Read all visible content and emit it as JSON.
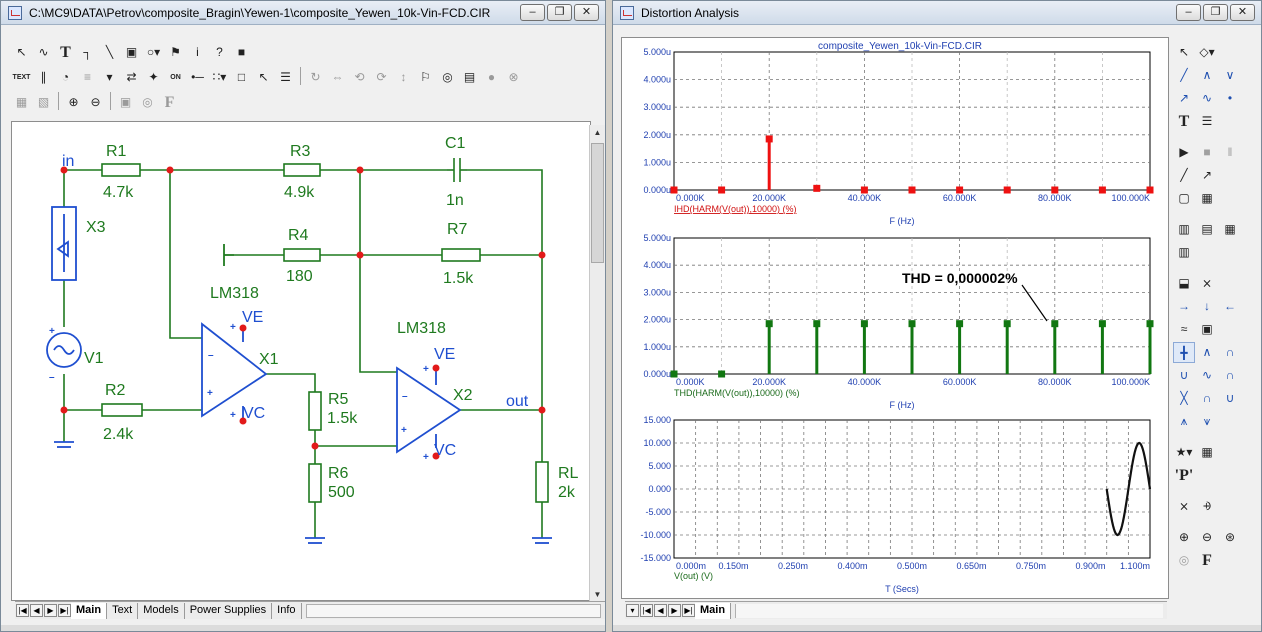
{
  "left_window": {
    "title": "C:\\MC9\\DATA\\Petrov\\composite_Bragin\\Yewen-1\\composite_Yewen_10k-Vin-FCD.CIR",
    "window_buttons": [
      "–",
      "❐",
      "✕"
    ],
    "tabs": [
      "Main",
      "Text",
      "Models",
      "Power Supplies",
      "Info"
    ],
    "schematic": {
      "labels": {
        "in": "in",
        "out": "out",
        "r1": "R1",
        "r1_val": "4.7k",
        "r2": "R2",
        "r2_val": "2.4k",
        "r3": "R3",
        "r3_val": "4.9k",
        "r4": "R4",
        "r4_val": "180",
        "r5": "R5",
        "r5_val": "1.5k",
        "r6": "R6",
        "r6_val": "500",
        "r7": "R7",
        "r7_val": "1.5k",
        "rl": "RL",
        "rl_val": "2k",
        "c1": "C1",
        "c1_val": "1n",
        "x1": "X1",
        "x2": "X2",
        "x3": "X3",
        "v1": "V1",
        "op1_model": "LM318",
        "op2_model": "LM318",
        "ve1": "VE",
        "vc1": "VC",
        "ve2": "VE",
        "vc2": "VC"
      }
    }
  },
  "right_window": {
    "title": "Distortion Analysis",
    "window_buttons": [
      "–",
      "❐",
      "✕"
    ],
    "tabs": [
      "Main"
    ],
    "plot_title": "composite_Yewen_10k-Vin-FCD.CIR",
    "annotation": "THD = 0,000002%"
  },
  "chart_data": [
    {
      "type": "bar",
      "title": "composite_Yewen_10k-Vin-FCD.CIR",
      "series": [
        {
          "name": "IHD(HARM(V(out)),10000) (%)",
          "color": "#ee1111",
          "x": [
            0,
            10000,
            20000,
            30000,
            40000,
            50000,
            60000,
            70000,
            80000,
            90000,
            100000
          ],
          "values": [
            0.0,
            0.0,
            1.85,
            0.06,
            0.0,
            0.0,
            0.0,
            0.0,
            0.0,
            0.0,
            0.0
          ]
        }
      ],
      "xlabel": "F (Hz)",
      "ylabel": "",
      "xlim": [
        0,
        100000
      ],
      "ylim": [
        0,
        5
      ],
      "x_ticks": [
        "0.000K",
        "20.000K",
        "40.000K",
        "60.000K",
        "80.000K",
        "100.000K"
      ],
      "y_ticks": [
        "5.000u",
        "4.000u",
        "3.000u",
        "2.000u",
        "1.000u",
        "0.000u"
      ],
      "grid": true
    },
    {
      "type": "bar",
      "series": [
        {
          "name": "THD(HARM(V(out)),10000) (%)",
          "color": "#117711",
          "x": [
            0,
            10000,
            20000,
            30000,
            40000,
            50000,
            60000,
            70000,
            80000,
            90000,
            100000
          ],
          "values": [
            0.0,
            0.0,
            1.85,
            1.85,
            1.85,
            1.85,
            1.85,
            1.85,
            1.85,
            1.85,
            1.85
          ]
        }
      ],
      "xlabel": "F (Hz)",
      "ylabel": "",
      "xlim": [
        0,
        100000
      ],
      "ylim": [
        0,
        5
      ],
      "x_ticks": [
        "0.000K",
        "20.000K",
        "40.000K",
        "60.000K",
        "80.000K",
        "100.000K"
      ],
      "y_ticks": [
        "5.000u",
        "4.000u",
        "3.000u",
        "2.000u",
        "1.000u",
        "0.000u"
      ],
      "grid": true
    },
    {
      "type": "line",
      "series": [
        {
          "name": "V(out) (V)",
          "color": "#111111",
          "x": [
            1.0,
            1.0125,
            1.025,
            1.0375,
            1.05,
            1.0625,
            1.075,
            1.0875,
            1.1
          ],
          "values": [
            0.0,
            -7.0,
            -10.0,
            -7.0,
            0.0,
            7.0,
            10.0,
            7.0,
            0.0
          ]
        }
      ],
      "xlabel": "T (Secs)",
      "ylabel": "",
      "xlim": [
        0,
        1.1
      ],
      "ylim": [
        -15,
        15
      ],
      "x_ticks": [
        "0.000m",
        "0.150m",
        "0.250m",
        "0.400m",
        "0.500m",
        "0.650m",
        "0.750m",
        "0.900m",
        "1.100m"
      ],
      "y_ticks": [
        "15.000",
        "10.000",
        "5.000",
        "0.000",
        "-5.000",
        "-10.000",
        "-15.000"
      ],
      "grid": true
    }
  ]
}
